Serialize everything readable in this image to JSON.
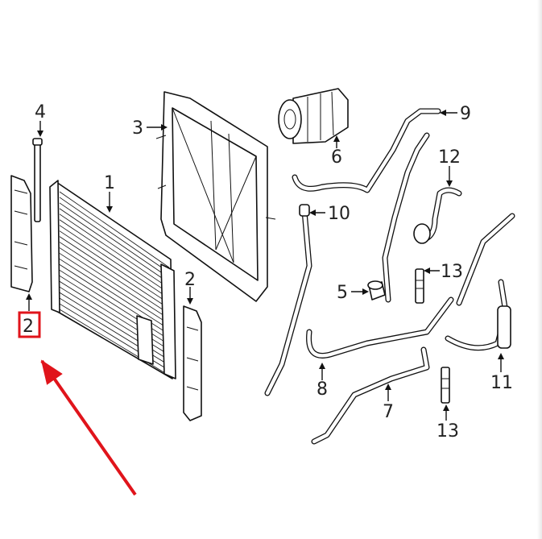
{
  "diagram": {
    "callouts": {
      "c1": "1",
      "c2a": "2",
      "c2b": "2",
      "c3": "3",
      "c4": "4",
      "c5": "5",
      "c6": "6",
      "c7": "7",
      "c8": "8",
      "c9": "9",
      "c10": "10",
      "c11": "11",
      "c12": "12",
      "c13a": "13",
      "c13b": "13"
    },
    "colors": {
      "line": "#111111",
      "highlight": "#e0141b",
      "background": "#ffffff"
    }
  }
}
